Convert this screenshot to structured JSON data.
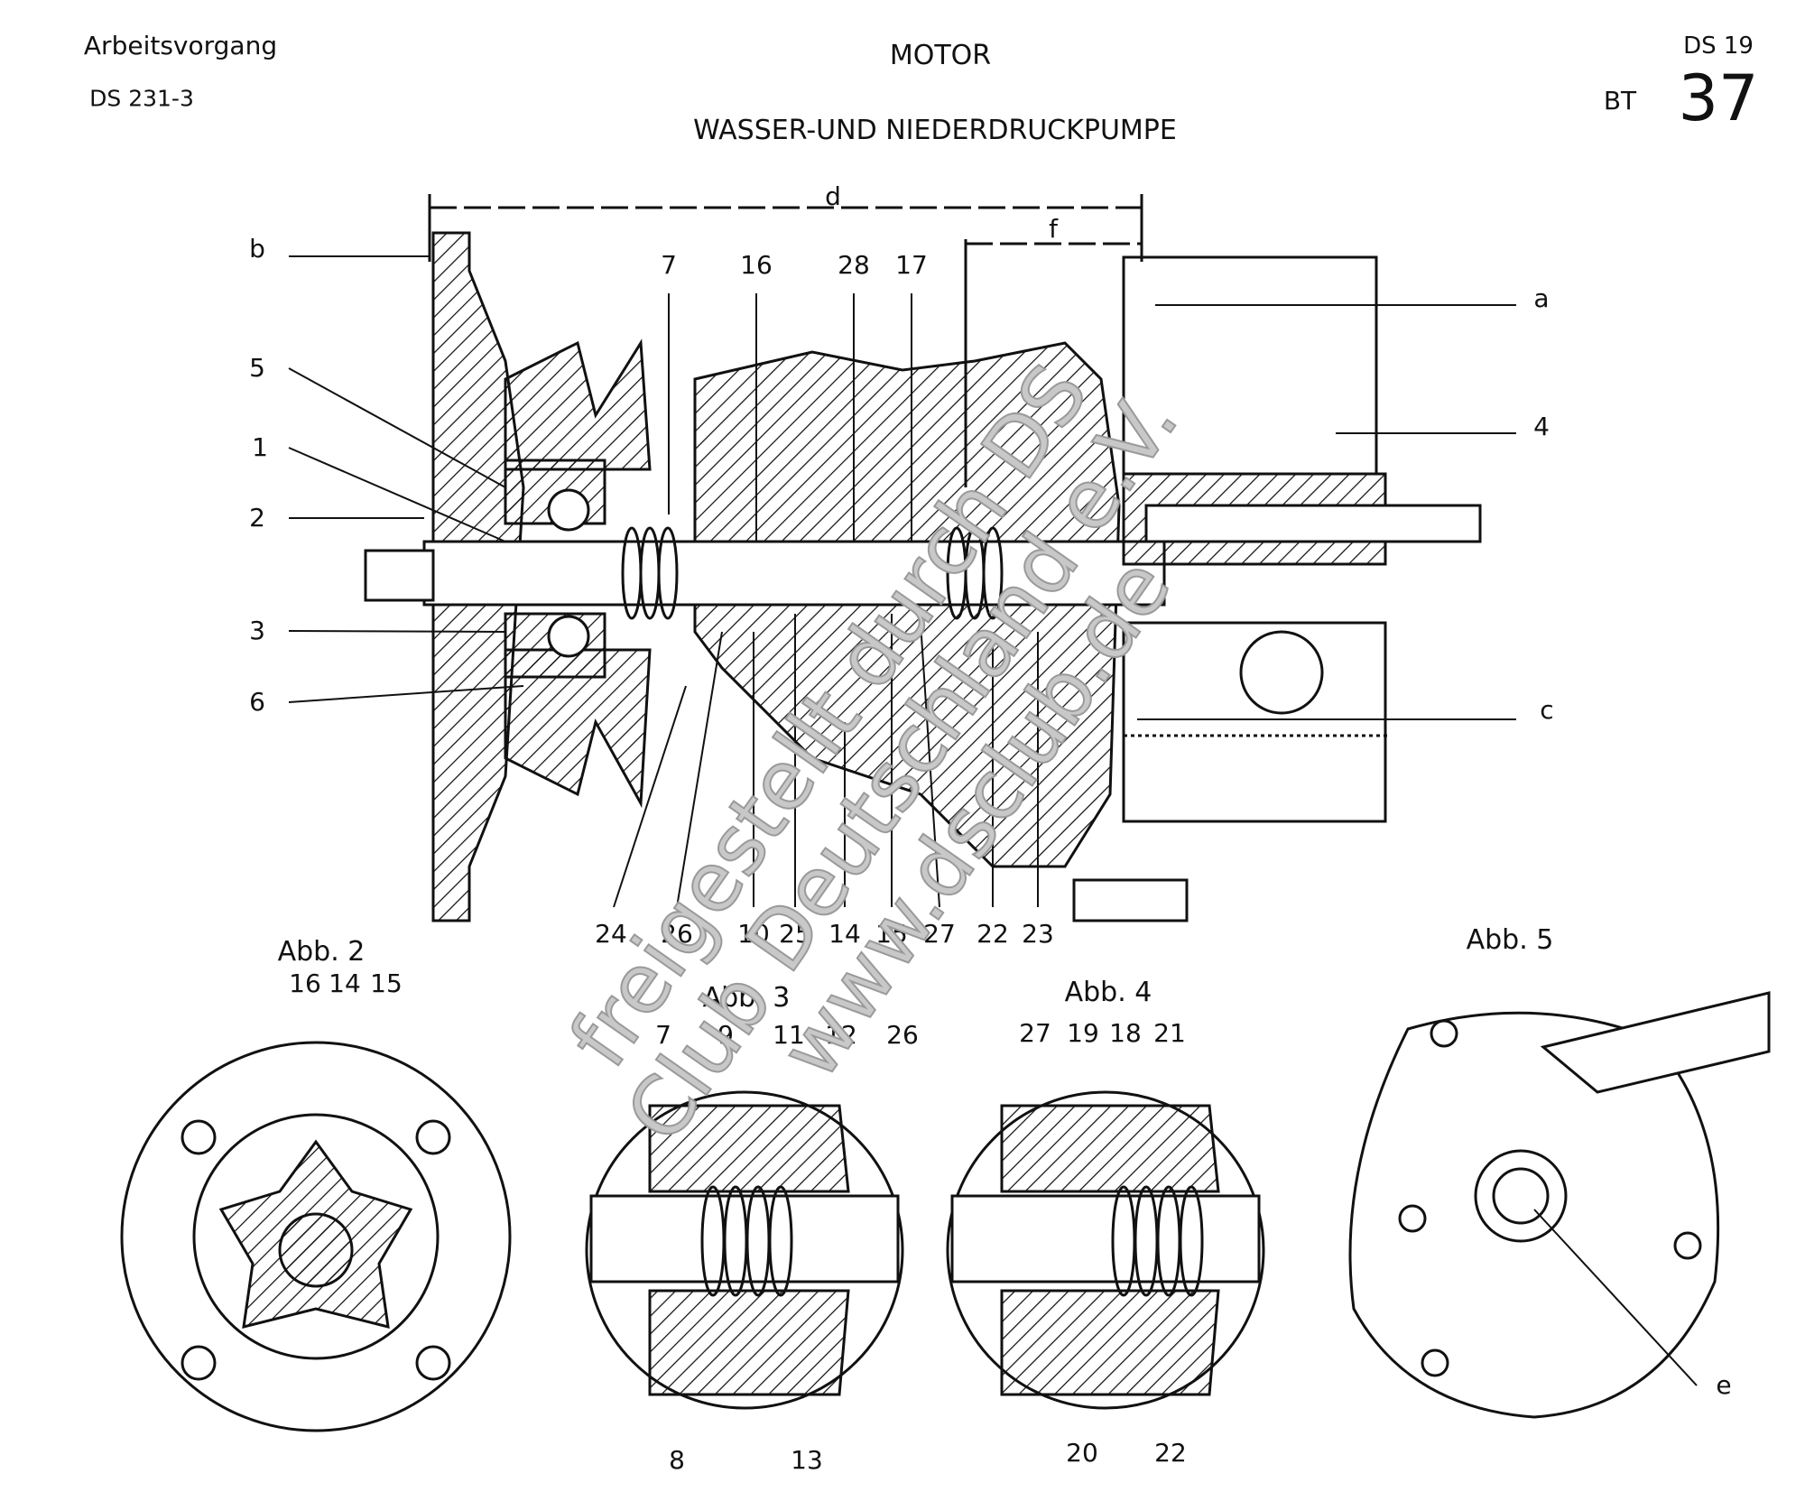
{
  "header": {
    "left_title": "Arbeitsvorgang",
    "left_code": "DS 231-3",
    "center_title": "MOTOR",
    "subtitle": "WASSER-UND NIEDERDRUCKPUMPE",
    "right_model": "DS 19",
    "right_prefix": "BT",
    "right_number": "37"
  },
  "main_view": {
    "dimension_labels": {
      "d": "d",
      "f": "f"
    },
    "left_labels": [
      "b",
      "5",
      "1",
      "2",
      "3",
      "6"
    ],
    "right_labels": [
      "a",
      "4",
      "c"
    ],
    "top_labels": [
      "7",
      "16",
      "28",
      "17"
    ],
    "bottom_labels": [
      "24",
      "26",
      "10",
      "25",
      "14",
      "15",
      "27",
      "22",
      "23"
    ]
  },
  "abb2": {
    "title": "Abb. 2",
    "labels": [
      "16",
      "14",
      "15"
    ]
  },
  "abb3": {
    "title": "Abb. 3",
    "top_labels": [
      "7",
      "9",
      "11",
      "12",
      "26"
    ],
    "bottom_labels": [
      "8",
      "13"
    ]
  },
  "abb4": {
    "title": "Abb. 4",
    "top_labels": [
      "27",
      "19",
      "18",
      "21"
    ],
    "bottom_labels": [
      "20",
      "22"
    ]
  },
  "abb5": {
    "title": "Abb. 5",
    "labels": [
      "e"
    ]
  },
  "watermark": "freigestellt durch DS Club Deutschland e.V. www.dsclub.de"
}
